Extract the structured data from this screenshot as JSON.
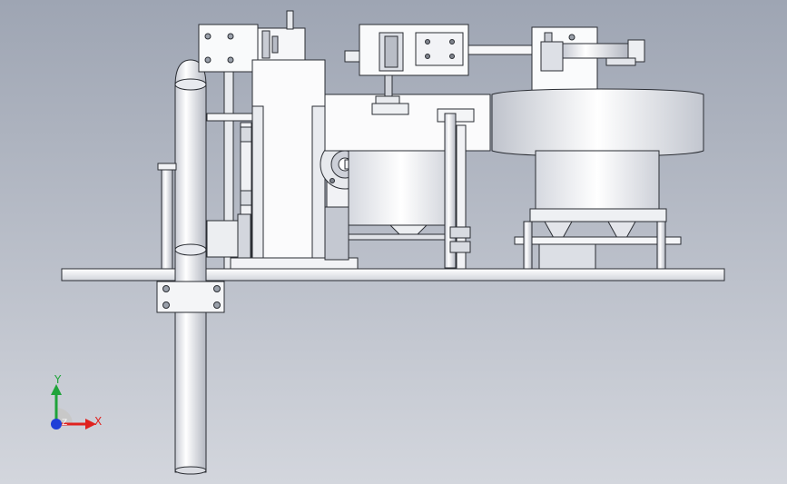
{
  "viewport": {
    "background_top": "#9ea5b3",
    "background_bottom": "#d3d6dd"
  },
  "model": {
    "part_fill": "#ffffff",
    "part_edge": "#2a2d33",
    "shade": "#c9ccd4",
    "dark_shade": "#8d929c"
  },
  "triad": {
    "x_label": "X",
    "y_label": "Y",
    "z_label": "Z",
    "x_color": "#e0221f",
    "y_color": "#1fa33a",
    "z_color": "#1f3fd8"
  }
}
